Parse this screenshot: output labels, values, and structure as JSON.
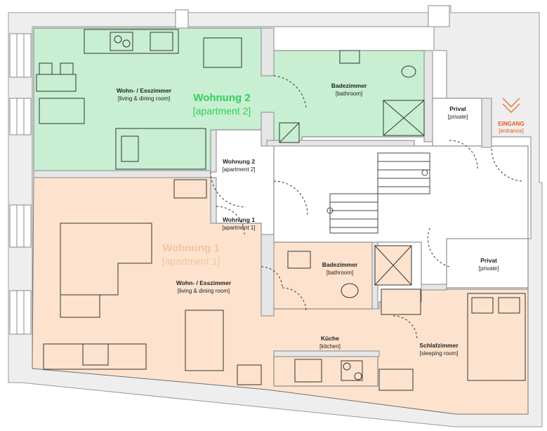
{
  "plan": {
    "apartment2": {
      "title": "Wohnung 2",
      "subtitle": "[apartment 2]",
      "color": "#2fcf5a",
      "fill": "#c8efd2"
    },
    "apartment1": {
      "title": "Wohnung 1",
      "subtitle": "[apartment 1]",
      "color": "#f3c39a",
      "fill": "#fde3ce"
    },
    "rooms": {
      "living2": {
        "title": "Wohn- / Esszimmer",
        "subtitle": "[living & dining room]"
      },
      "bath2": {
        "title": "Badezimmer",
        "subtitle": "[bathroom]"
      },
      "private_top": {
        "title": "Privat",
        "subtitle": "[private]"
      },
      "entry2": {
        "title": "Wohnung 2",
        "subtitle": "[apartment 2]"
      },
      "entry1": {
        "title": "Wohnung 1",
        "subtitle": "[apartment 1]"
      },
      "bath1": {
        "title": "Badezimmer",
        "subtitle": "[bathroom]"
      },
      "private_bottom": {
        "title": "Privat",
        "subtitle": "[private]"
      },
      "living1": {
        "title": "Wohn- / Esszimmer",
        "subtitle": "[living & dining room]"
      },
      "kitchen1": {
        "title": "Küche",
        "subtitle": "[kitchen]"
      },
      "bedroom1": {
        "title": "Schlafzimmer",
        "subtitle": "[sleeping room]"
      }
    },
    "entrance": {
      "title": "EINGANG",
      "subtitle": "[entrance]",
      "color": "#e85a1c"
    }
  }
}
